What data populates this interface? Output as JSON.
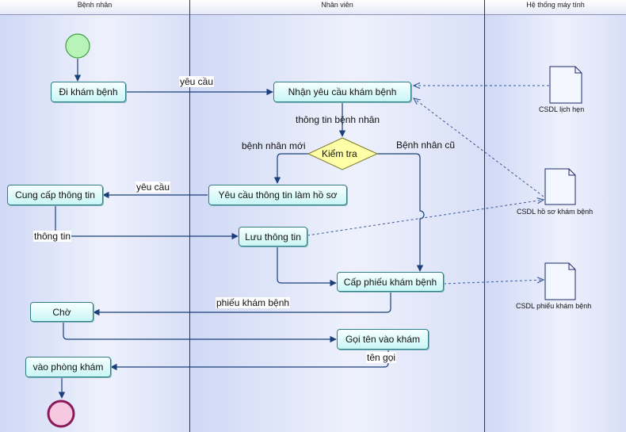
{
  "lanes": [
    {
      "id": "patient",
      "title": "Bệnh nhân"
    },
    {
      "id": "staff",
      "title": "Nhân viên"
    },
    {
      "id": "system",
      "title": "Hệ thống máy tính"
    }
  ],
  "activities": {
    "go_exam": "Đi khám bệnh",
    "receive_request": "Nhận yêu cầu khám bệnh",
    "request_info": "Yêu cầu thông tin làm hồ sơ",
    "provide_info": "Cung cấp thông tin",
    "save_info": "Lưu thông tin",
    "issue_ticket": "Cấp phiếu khám bệnh",
    "wait": "Chờ",
    "call_name": "Gọi tên vào khám",
    "enter_room": "vào phòng khám"
  },
  "decision": {
    "label": "Kiểm tra"
  },
  "datastores": {
    "appointments": "CSDL lịch hẹn",
    "records": "CSDL hồ sơ khám bệnh",
    "tickets": "CSDL phiếu khám bệnh"
  },
  "edge_labels": {
    "request_1": "yêu cầu",
    "patient_info": "thông tin bệnh nhân",
    "new_patient": "bệnh nhân mới",
    "old_patient": "Bệnh nhân cũ",
    "request_2": "yêu cầu",
    "info": "thông tin",
    "ticket": "phiếu khám bệnh",
    "called_name": "tên gọi"
  },
  "colors": {
    "lane_border": "#2a2f6e",
    "edge": "#1a3f7a",
    "dashed_edge": "#3a5a9a",
    "activity_fill": "#d6fafa",
    "activity_border": "#2f7e86",
    "decision_fill": "#ffffa8",
    "start_fill": "#b8f4b8",
    "end_ring": "#8a1a5a",
    "end_fill": "#f7c9e0"
  }
}
